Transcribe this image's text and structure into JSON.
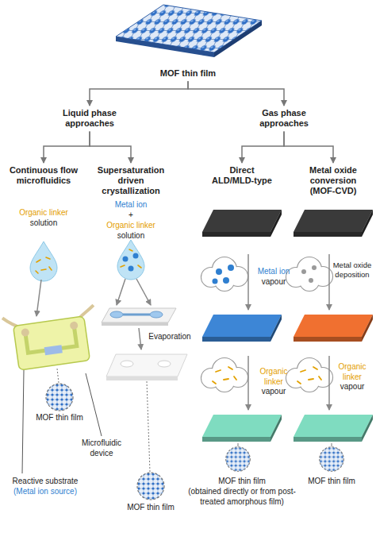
{
  "diagram": {
    "nodes": [
      {
        "text": [
          "MOF thin film"
        ]
      },
      {
        "text": [
          "Liquid phase approaches"
        ]
      },
      {
        "text": [
          "Gas phase approaches"
        ]
      },
      {
        "text": [
          "Continuous flow microfluidics"
        ]
      },
      {
        "text": [
          "Supersaturation driven crystallization"
        ]
      },
      {
        "text": [
          "Direct ALD/MLD-type"
        ]
      },
      {
        "text": [
          "Metal oxide conversion (MOF-CVD)"
        ]
      }
    ],
    "edges": [
      {
        "from": 0,
        "to": 1,
        "arrow": "to"
      },
      {
        "from": 0,
        "to": 2,
        "arrow": "to"
      },
      {
        "from": 1,
        "to": 3,
        "arrow": "to"
      },
      {
        "from": 1,
        "to": 4,
        "arrow": "to"
      },
      {
        "from": 2,
        "to": 5,
        "arrow": "to"
      },
      {
        "from": 2,
        "to": 6,
        "arrow": "to"
      }
    ],
    "labels": [
      "Organic linker",
      "solution",
      "Metal ion",
      "+",
      "Organic linker",
      "solution",
      "Evaporation",
      "MOF thin film",
      "Microfluidic device",
      "Reactive substrate",
      "(Metal ion source)",
      "MOF thin film",
      "Metal ion",
      "vapour",
      "Metal oxide deposition",
      "Organic linker",
      "vapour",
      "Organic linker",
      "vapour",
      "MOF thin film",
      "(obtained directly or from post-treated amorphous film)",
      "MOF thin film"
    ]
  }
}
